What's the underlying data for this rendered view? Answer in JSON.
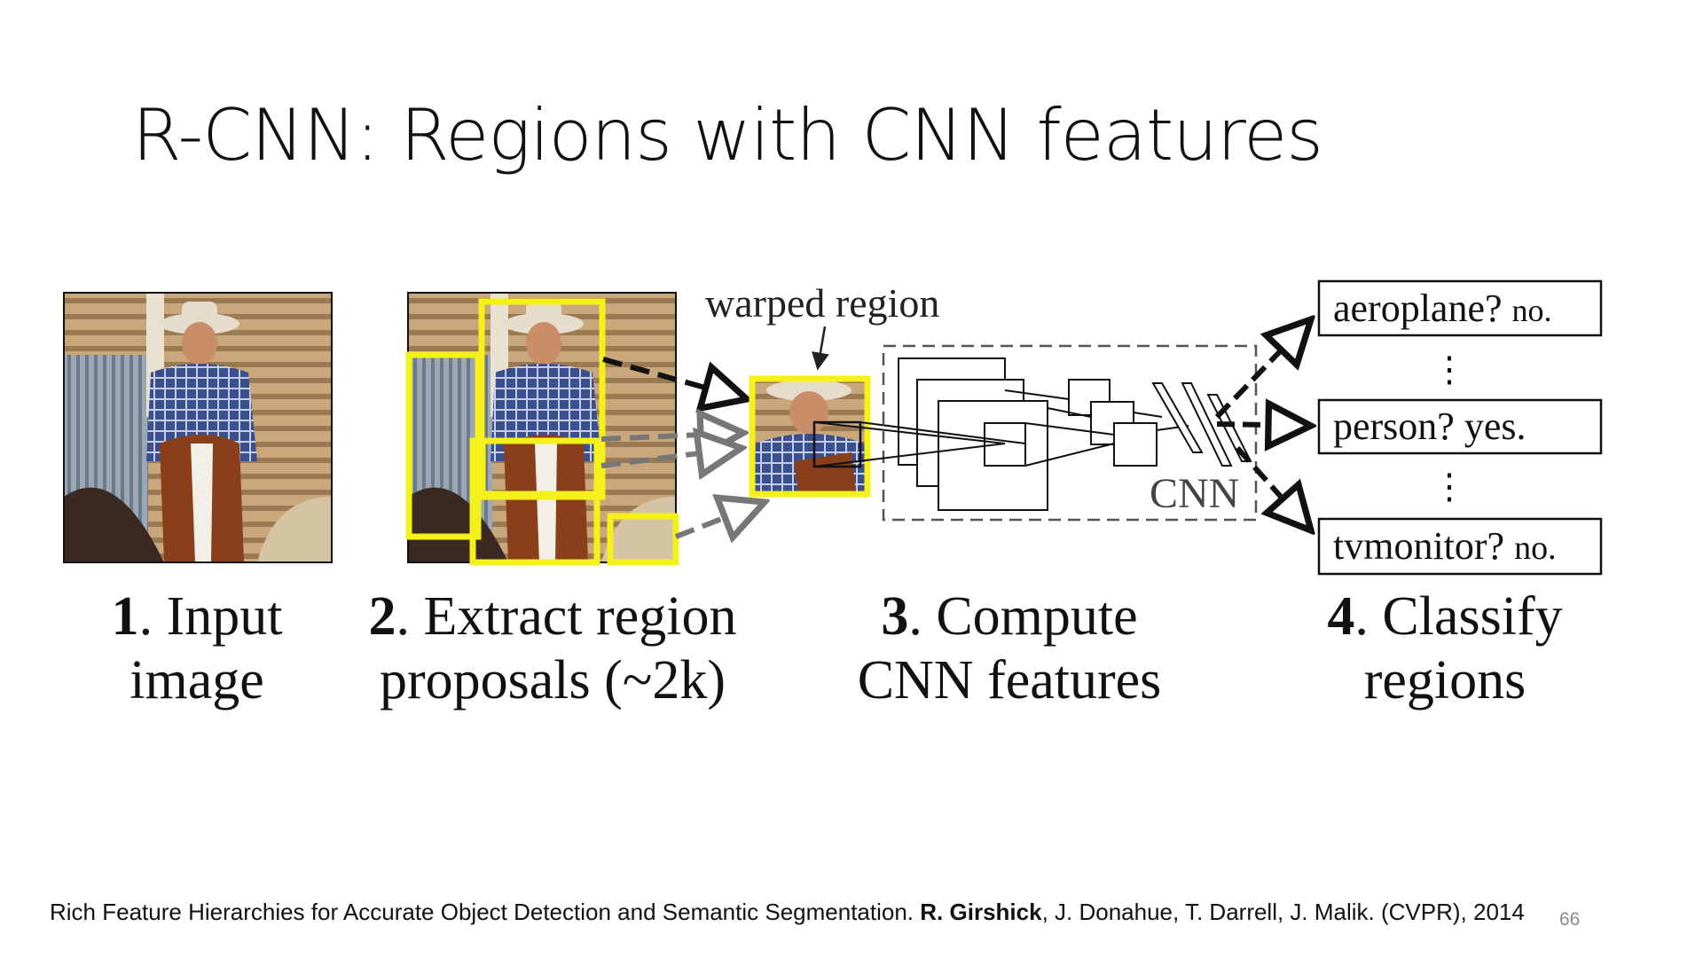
{
  "slide": {
    "title": "R-CNN: Regions with CNN features",
    "page_number": "66"
  },
  "diagram": {
    "warped_region_label": "warped region",
    "cnn_label": "CNN",
    "outputs": [
      {
        "class": "aeroplane?",
        "answer": "no."
      },
      {
        "class": "person?",
        "answer": "yes."
      },
      {
        "class": "tvmonitor?",
        "answer": "no."
      }
    ],
    "steps": [
      {
        "number": "1",
        "line1": ". Input",
        "line2": "image"
      },
      {
        "number": "2",
        "line1": ". Extract region",
        "line2": "proposals (~2k)"
      },
      {
        "number": "3",
        "line1": ". Compute",
        "line2": "CNN features"
      },
      {
        "number": "4",
        "line1": ". Classify",
        "line2": "regions"
      }
    ],
    "colors": {
      "proposal_box": "#f4f01a",
      "arrow": "#111111",
      "arrow_gray": "#777777"
    }
  },
  "citation": {
    "prefix": "Rich Feature Hierarchies for Accurate Object Detection and Semantic Segmentation.",
    "bold_author": "R. Girshick",
    "suffix": ", J. Donahue, T. Darrell, J. Malik. (CVPR), 2014"
  }
}
